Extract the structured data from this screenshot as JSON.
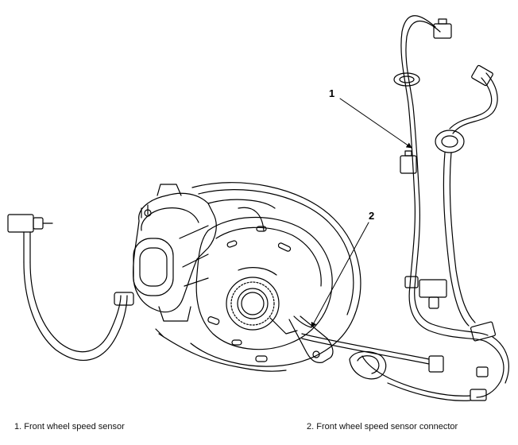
{
  "callouts": [
    {
      "number": "1"
    },
    {
      "number": "2"
    }
  ],
  "captions": {
    "item1": "1. Front wheel speed sensor",
    "item2": "2. Front wheel speed sensor connector"
  }
}
